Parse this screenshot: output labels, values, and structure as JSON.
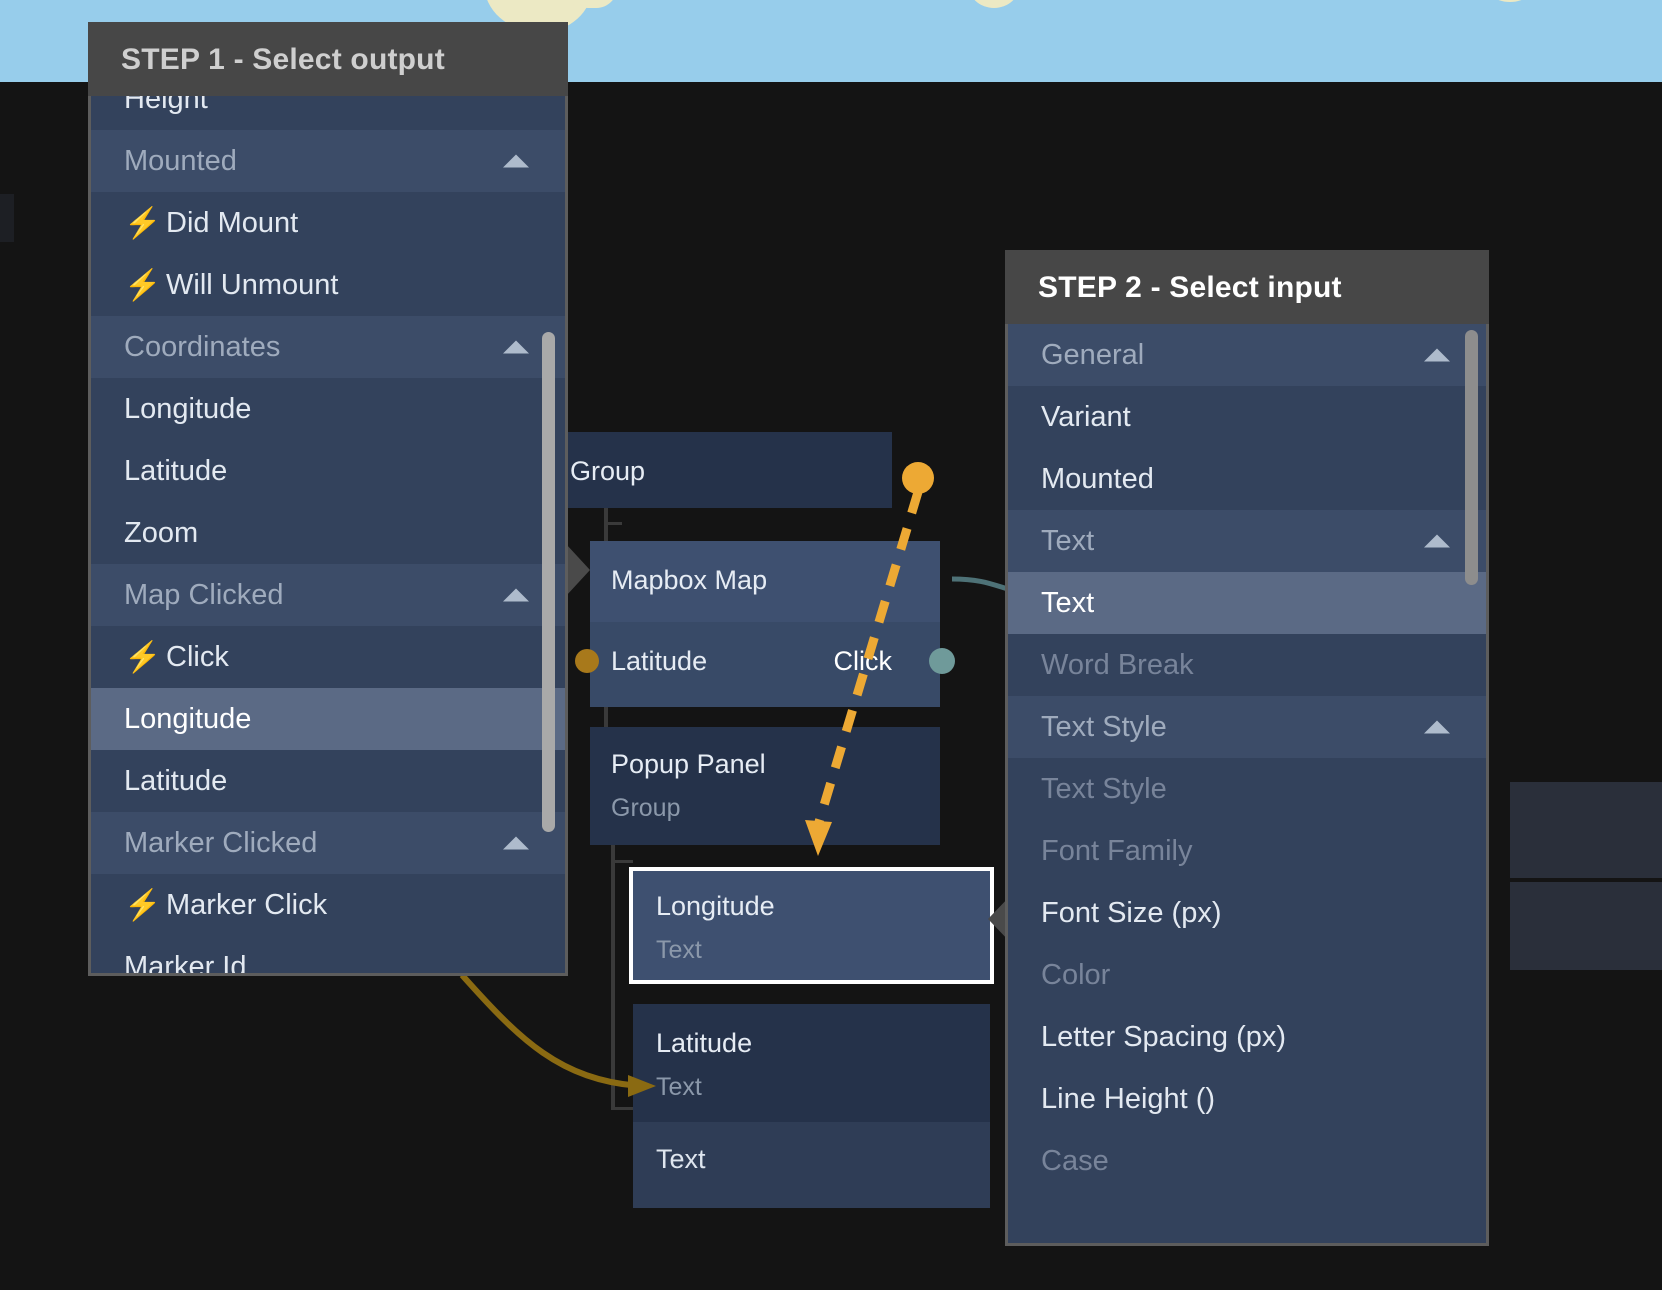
{
  "step1": {
    "header": "STEP 1 - Select output",
    "items": [
      {
        "label": "Height",
        "kind": "leaf",
        "event": false,
        "clipped": true
      },
      {
        "label": "Mounted",
        "kind": "group",
        "event": false,
        "caret": true
      },
      {
        "label": "Did Mount",
        "kind": "leaf",
        "event": true
      },
      {
        "label": "Will Unmount",
        "kind": "leaf",
        "event": true
      },
      {
        "label": "Coordinates",
        "kind": "group",
        "event": false,
        "caret": true
      },
      {
        "label": "Longitude",
        "kind": "leaf",
        "event": false
      },
      {
        "label": "Latitude",
        "kind": "leaf",
        "event": false
      },
      {
        "label": "Zoom",
        "kind": "leaf",
        "event": false
      },
      {
        "label": "Map Clicked",
        "kind": "group",
        "event": false,
        "caret": true
      },
      {
        "label": "Click",
        "kind": "leaf",
        "event": true
      },
      {
        "label": "Longitude",
        "kind": "leaf",
        "event": false,
        "selected": true
      },
      {
        "label": "Latitude",
        "kind": "leaf",
        "event": false
      },
      {
        "label": "Marker Clicked",
        "kind": "group",
        "event": false,
        "caret": true
      },
      {
        "label": "Marker Click",
        "kind": "leaf",
        "event": true
      },
      {
        "label": "Marker Id",
        "kind": "leaf",
        "event": false,
        "clipped": true
      }
    ]
  },
  "step2": {
    "header": "STEP 2 - Select input",
    "items": [
      {
        "label": "General",
        "kind": "group",
        "caret": true
      },
      {
        "label": "Variant",
        "kind": "leaf"
      },
      {
        "label": "Mounted",
        "kind": "leaf"
      },
      {
        "label": "Text",
        "kind": "group",
        "caret": true
      },
      {
        "label": "Text",
        "kind": "leaf",
        "selected": true
      },
      {
        "label": "Word Break",
        "kind": "leaf",
        "dim": true
      },
      {
        "label": "Text Style",
        "kind": "group",
        "caret": true
      },
      {
        "label": "Text Style",
        "kind": "leaf",
        "dim": true
      },
      {
        "label": "Font Family",
        "kind": "leaf",
        "dim": true
      },
      {
        "label": "Font Size (px)",
        "kind": "leaf"
      },
      {
        "label": "Color",
        "kind": "leaf",
        "dim": true
      },
      {
        "label": "Letter Spacing (px)",
        "kind": "leaf"
      },
      {
        "label": "Line Height ()",
        "kind": "leaf"
      },
      {
        "label": "Case",
        "kind": "leaf",
        "dim": true
      }
    ]
  },
  "canvas": {
    "nodes": [
      {
        "id": "group-node",
        "title": "Group",
        "subtitle": ""
      },
      {
        "id": "mapbox-node",
        "title": "Mapbox Map",
        "subtitle": ""
      },
      {
        "id": "popup-node",
        "title": "Popup Panel",
        "subtitle": "Group"
      },
      {
        "id": "longitude-node",
        "title": "Longitude",
        "subtitle": "Text"
      },
      {
        "id": "latitude-node",
        "title": "Latitude",
        "subtitle": "Text"
      }
    ],
    "ports": {
      "latitude_in": "Latitude",
      "click_out": "Click",
      "text_in": "Text"
    }
  },
  "colors": {
    "accent_orange": "#eda934",
    "port_teal": "#6f9a9a",
    "port_amber": "#a8791b",
    "panel_header": "#474747",
    "node_blue": "#3a4a66",
    "selection": "#5b6a85",
    "map_water": "#97cdeb",
    "map_land": "#ece9c4"
  },
  "icons": {
    "event": "⚡",
    "collapse": "caret-up"
  }
}
